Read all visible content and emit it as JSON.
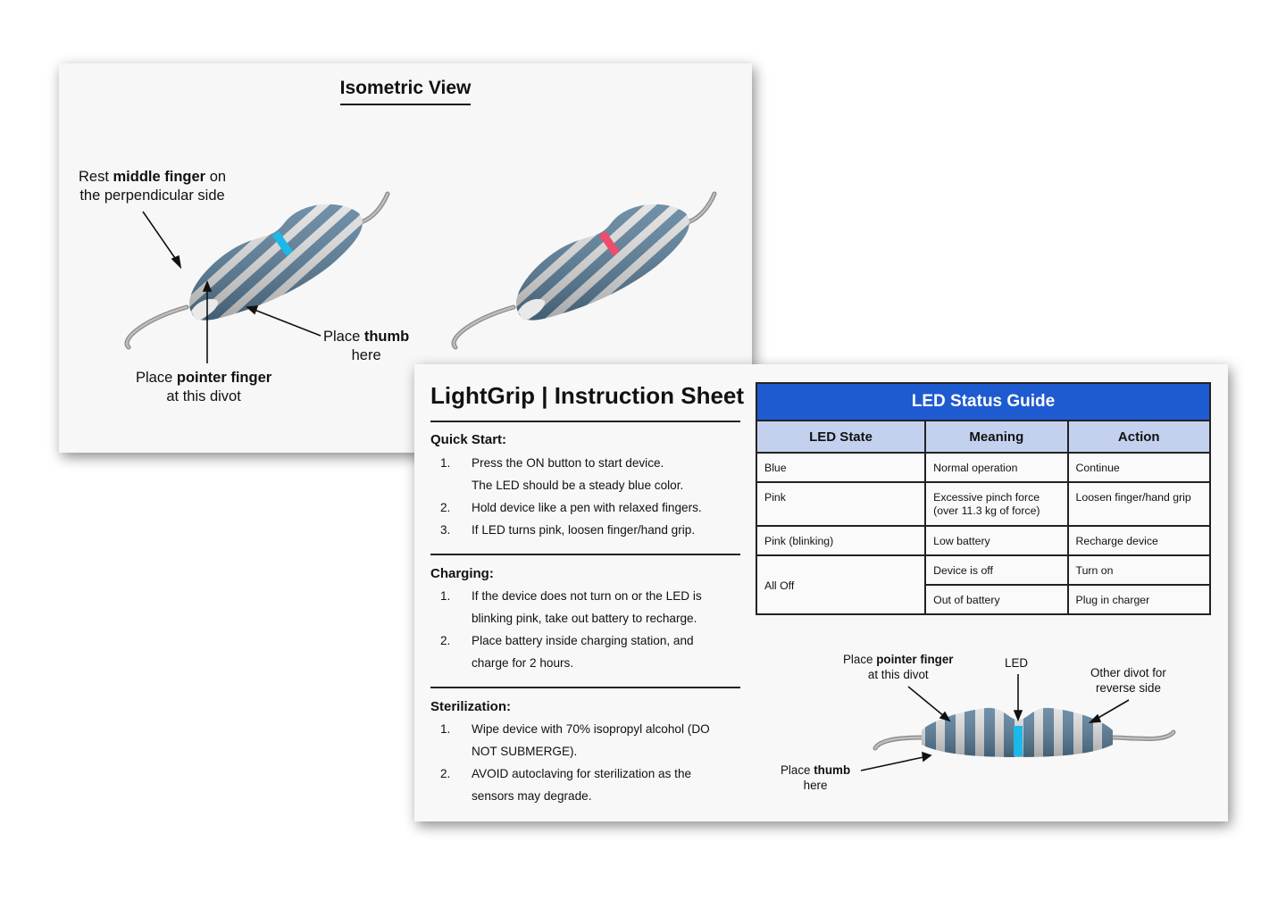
{
  "isometric": {
    "title": "Isometric View",
    "callouts": {
      "middle_pre": "Rest ",
      "middle_bold": "middle finger",
      "middle_post": " on",
      "middle_line2": "the perpendicular side",
      "thumb_pre": "Place ",
      "thumb_bold": "thumb",
      "thumb_line2": "here",
      "pointer_pre": "Place ",
      "pointer_bold": "pointer finger",
      "pointer_line2": "at this divot"
    }
  },
  "sheet": {
    "title": "LightGrip | Instruction Sheet",
    "sections": [
      {
        "heading": "Quick Start:",
        "steps": [
          {
            "num": "1.",
            "text": "Press the ON button to start device.",
            "text2": "The LED should be a steady blue color."
          },
          {
            "num": "2.",
            "text": "Hold device like a pen with relaxed fingers."
          },
          {
            "num": "3.",
            "text": "If LED turns pink, loosen finger/hand grip."
          }
        ]
      },
      {
        "heading": "Charging:",
        "steps": [
          {
            "num": "1.",
            "text": "If the device does not turn on or the LED is",
            "text2": "blinking pink, take out battery to recharge."
          },
          {
            "num": "2.",
            "text": "Place battery inside charging station, and",
            "text2": "charge for 2 hours."
          }
        ]
      },
      {
        "heading": "Sterilization:",
        "steps": [
          {
            "num": "1.",
            "text": "Wipe device with 70% isopropyl alcohol (DO",
            "text2": "NOT SUBMERGE)."
          },
          {
            "num": "2.",
            "text": "AVOID autoclaving for sterilization as the",
            "text2": "sensors may degrade."
          }
        ]
      }
    ],
    "led_guide": {
      "title": "LED Status Guide",
      "headers": [
        "LED State",
        "Meaning",
        "Action"
      ],
      "rows": [
        {
          "state": "Blue",
          "meaning": "Normal operation",
          "action": "Continue"
        },
        {
          "state": "Pink",
          "meaning": "Excessive pinch force",
          "meaning2": "(over 11.3 kg of force)",
          "action": "Loosen finger/hand grip"
        },
        {
          "state": "Pink (blinking)",
          "meaning": "Low battery",
          "action": "Recharge device"
        },
        {
          "state": "All Off",
          "meaning": "Device is off",
          "action": "Turn on"
        },
        {
          "meaning": "Out of battery",
          "action": "Plug in charger"
        }
      ]
    },
    "side_view": {
      "pointer_pre": "Place ",
      "pointer_bold": "pointer finger",
      "pointer_line2": "at this divot",
      "led_label": "LED",
      "other_line1": "Other divot for",
      "other_line2": "reverse side",
      "thumb_pre": "Place ",
      "thumb_bold": "thumb",
      "thumb_line2": "here"
    }
  },
  "colors": {
    "led_blue": "#1bb8e8",
    "led_pink": "#ee4d6d",
    "stripe_blue": "#577d99",
    "stripe_white": "#e2e2e2",
    "header_blue": "#1f5bd0",
    "header_light": "#c4d1ee"
  }
}
